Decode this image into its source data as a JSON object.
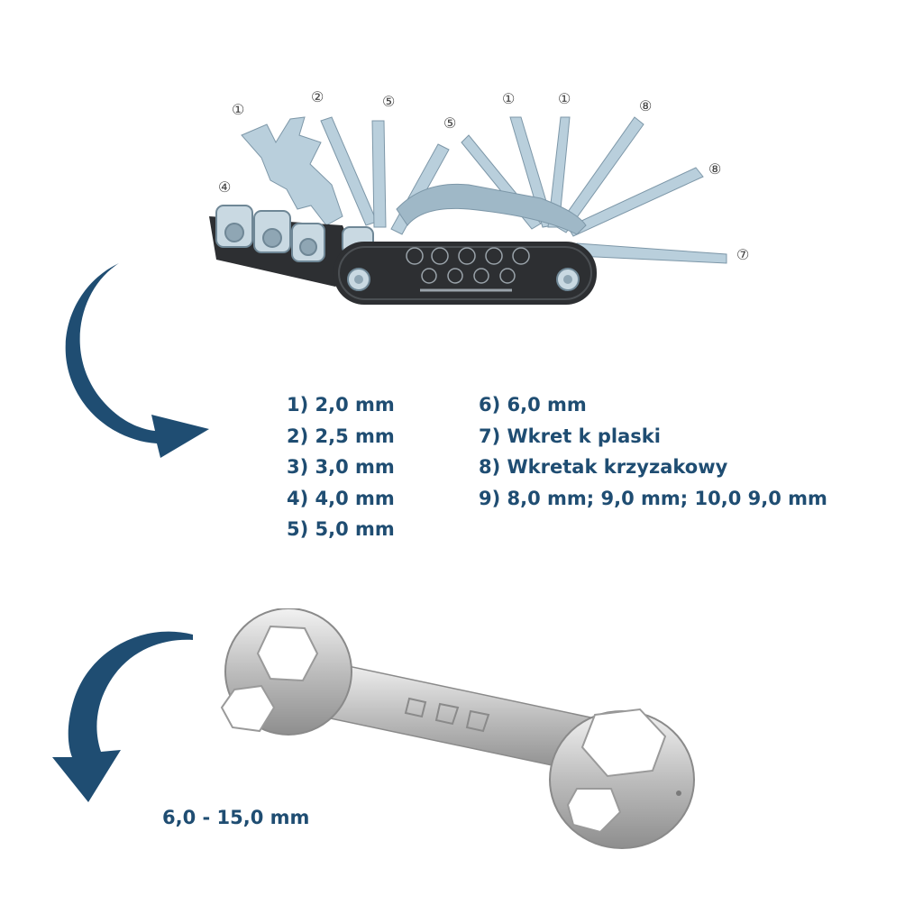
{
  "colors": {
    "accent": "#1f4d72",
    "metal": "#b9cfdc",
    "metal_dark": "#7d97a8",
    "handle": "#2d2f32"
  },
  "callouts": [
    "①",
    "②",
    "⑤",
    "⑤",
    "①",
    "①",
    "⑧",
    "⑧",
    "④",
    "⑦"
  ],
  "specs_left": [
    "1) 2,0 mm",
    "2) 2,5 mm",
    "3) 3,0 mm",
    "4) 4,0 mm",
    "5) 5,0 mm"
  ],
  "specs_right": [
    "6) 6,0 mm",
    "7) Wkret k plaski",
    "8) Wkretak krzyzakowy",
    "9) 8,0 mm; 9,0 mm; 10,0 9,0 mm"
  ],
  "bone_wrench_range": "6,0 - 15,0 mm"
}
